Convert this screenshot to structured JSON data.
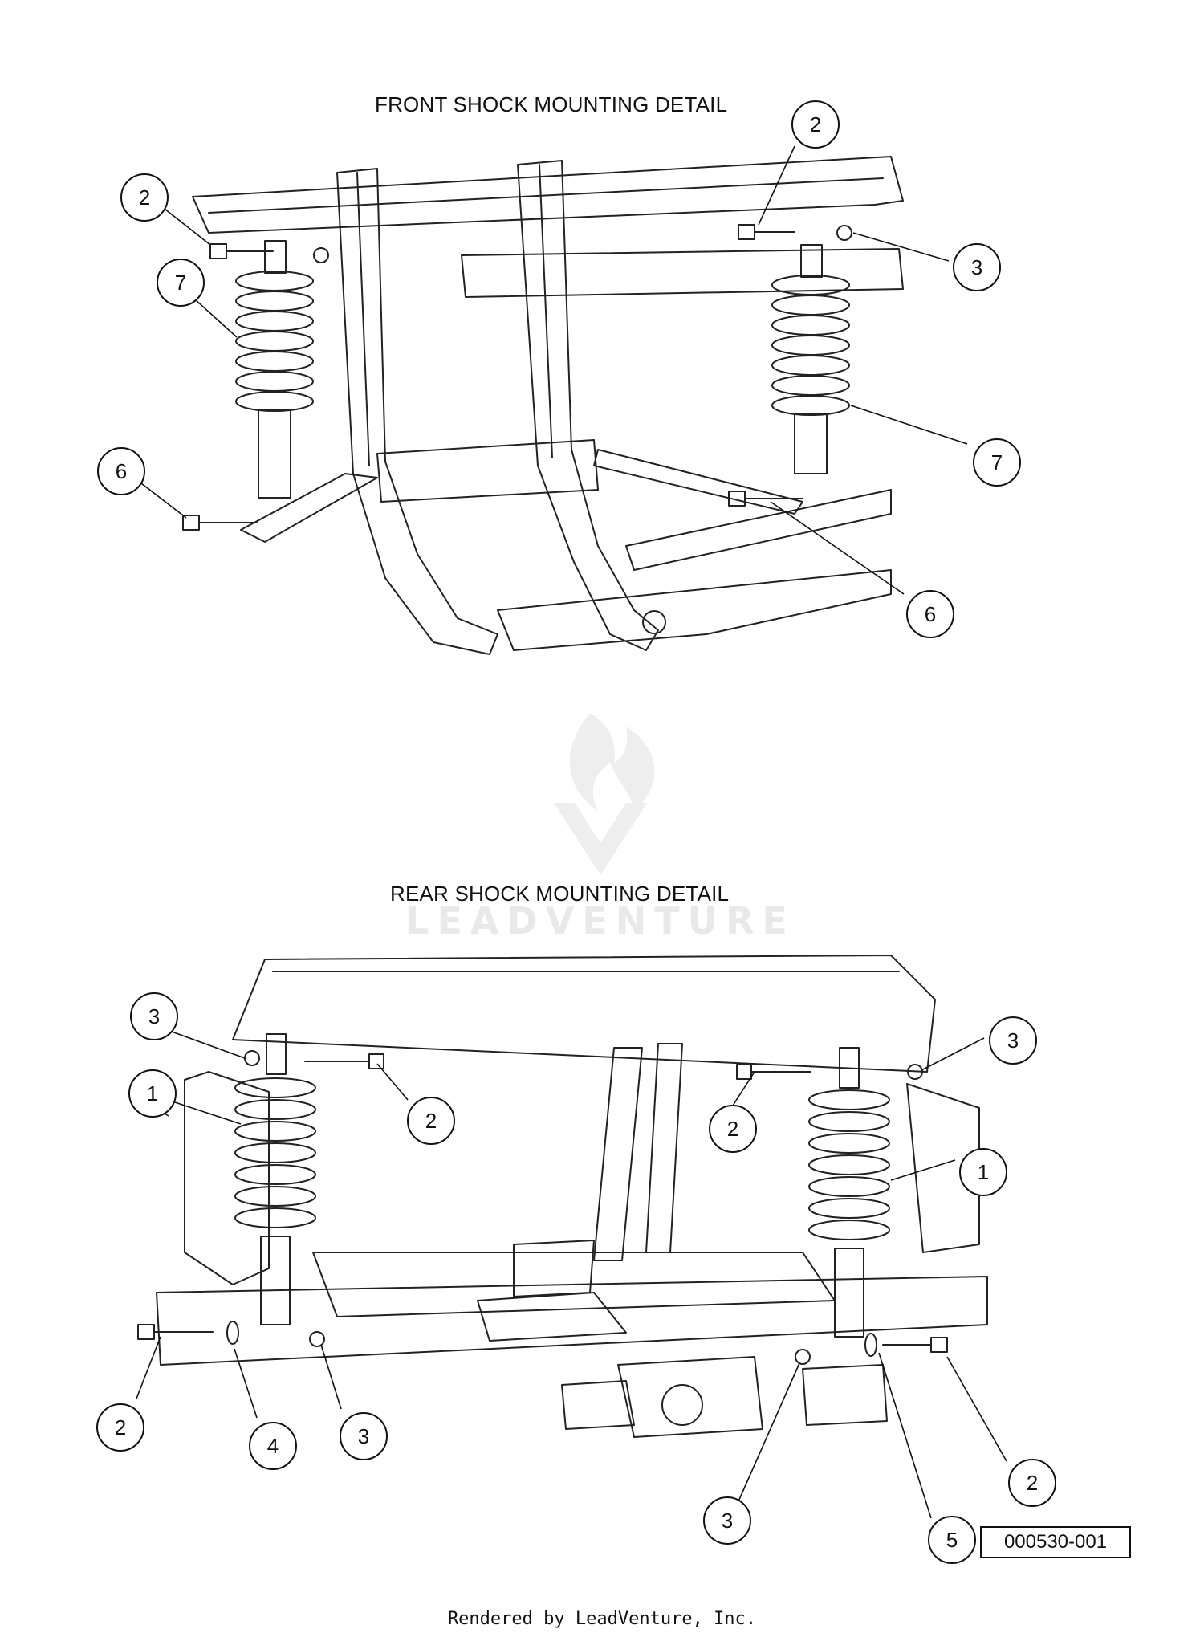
{
  "diagram": {
    "front_title": "FRONT SHOCK MOUNTING DETAIL",
    "rear_title": "REAR SHOCK MOUNTING DETAIL",
    "front_callouts": [
      "2",
      "2",
      "3",
      "7",
      "7",
      "6",
      "6"
    ],
    "rear_callouts": [
      "3",
      "3",
      "1",
      "1",
      "2",
      "2",
      "2",
      "4",
      "3",
      "3",
      "5",
      "2"
    ],
    "part_number": "000530-001",
    "footer": "Rendered by LeadVenture, Inc.",
    "watermark": "LEADVENTURE"
  }
}
